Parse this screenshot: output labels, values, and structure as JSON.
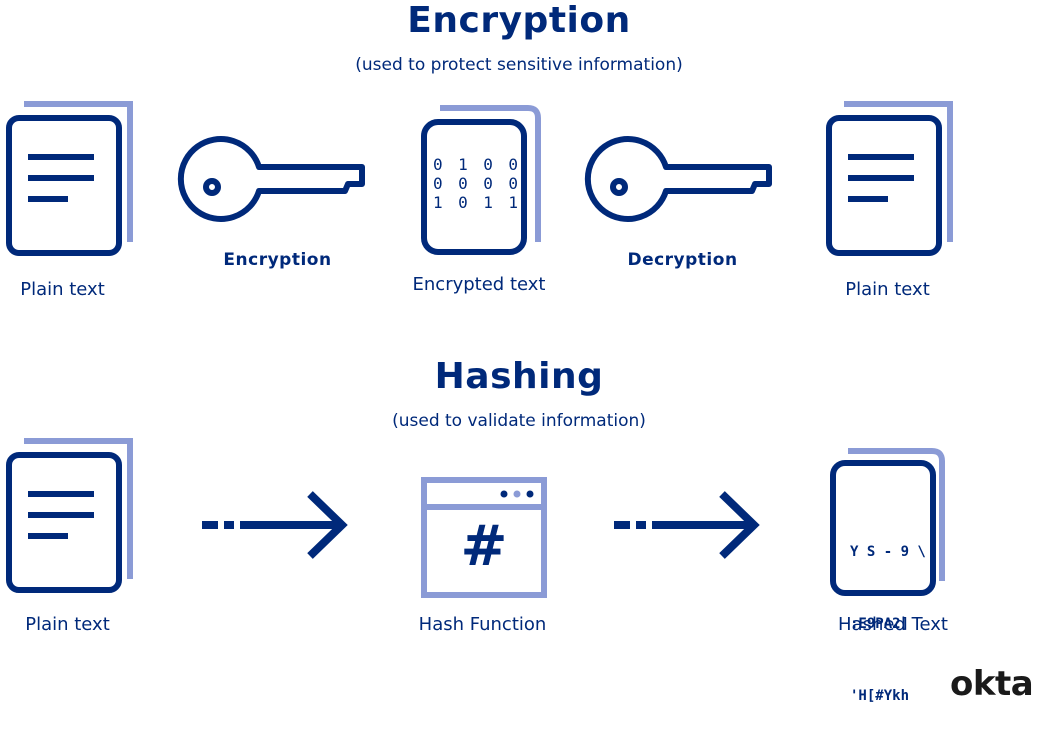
{
  "encryption": {
    "title": "Encryption",
    "subtitle": "(used to protect sensitive information)",
    "plain_text_left_label": "Plain text",
    "encryption_key_label": "Encryption",
    "encrypted_text_label": "Encrypted text",
    "decryption_key_label": "Decryption",
    "plain_text_right_label": "Plain text",
    "binary_rows": [
      [
        "0",
        "1",
        "0",
        "0"
      ],
      [
        "0",
        "0",
        "0",
        "0"
      ],
      [
        "1",
        "0",
        "1",
        "1"
      ]
    ]
  },
  "hashing": {
    "title": "Hashing",
    "subtitle": "(used to validate information)",
    "plain_text_label": "Plain text",
    "hash_function_label": "Hash Function",
    "hash_symbol": "#",
    "hashed_text_label": "Hashed Text",
    "hashed_lines": [
      "Y S - 9 \\",
      ":E9PA2]",
      "'H[#Ykh"
    ]
  },
  "logo": {
    "text": "okta"
  },
  "colors": {
    "primary": "#00297a",
    "secondary": "#8b9bd6",
    "logo": "#1a1a1a"
  },
  "icons": [
    "document-icon",
    "key-icon",
    "encrypted-document-icon",
    "arrow-right-icon",
    "hash-window-icon",
    "hashed-document-icon"
  ]
}
